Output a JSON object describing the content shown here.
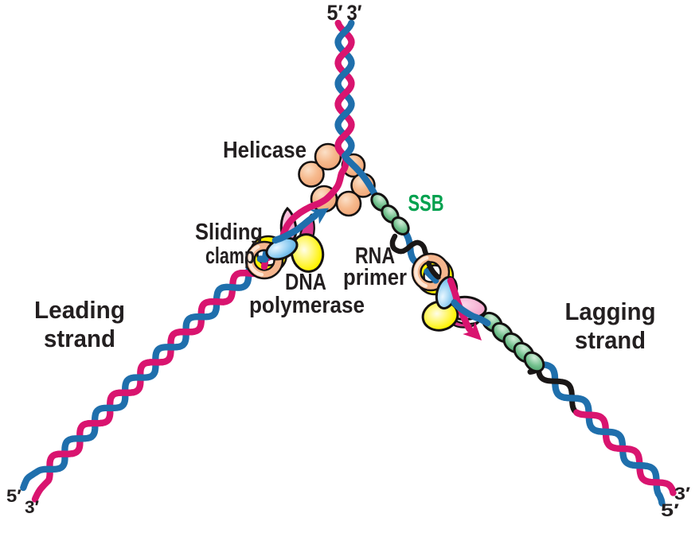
{
  "figure": {
    "type": "diagram",
    "subject": "DNA replication fork"
  },
  "labels": {
    "top_left_prime": "5′",
    "top_right_prime": "3′",
    "helicase": "Helicase",
    "ssb": "SSB",
    "sliding_clamp": [
      "Sliding",
      "clamp"
    ],
    "dna_polymerase": [
      "DNA",
      "polymerase"
    ],
    "rna_primer": [
      "RNA",
      "primer"
    ],
    "leading_strand": [
      "Leading",
      "strand"
    ],
    "lagging_strand": [
      "Lagging",
      "strand"
    ],
    "bottom_left_upper_prime": "5′",
    "bottom_left_lower_prime": "3′",
    "bottom_right_upper_prime": "3′",
    "bottom_right_lower_prime": "5′"
  },
  "colors": {
    "background": "#FFFFFF",
    "strand_pink": "#D9146F",
    "strand_blue": "#1F6FAC",
    "primer_black": "#1A1717",
    "outline": "#141111",
    "label_text": "#231F20",
    "ssb_label_green": "#00A14E",
    "helicase_highlight": "#FBE0C8",
    "helicase_mid": "#F6B98C",
    "helicase_edge": "#EFA173",
    "ssb_highlight": "#D4EEDA",
    "ssb_mid": "#72C08D",
    "ssb_edge": "#3F955F",
    "clamp_peach": "#F5B68E",
    "clamp_peach_light": "#FDE7D6",
    "clamp_yellow": "#FFF200",
    "polymerase_yellow": "#FFF200",
    "polymerase_yellow_light": "#FFFDE9",
    "bean_blue_light": "#EAF7FF",
    "bean_blue_mid": "#8FCDF2",
    "bean_blue": "#3D9BDB",
    "fin_pink_light": "#FBD7E9",
    "fin_pink_mid": "#F08BBD",
    "fin_pink_dark": "#D8368D"
  }
}
